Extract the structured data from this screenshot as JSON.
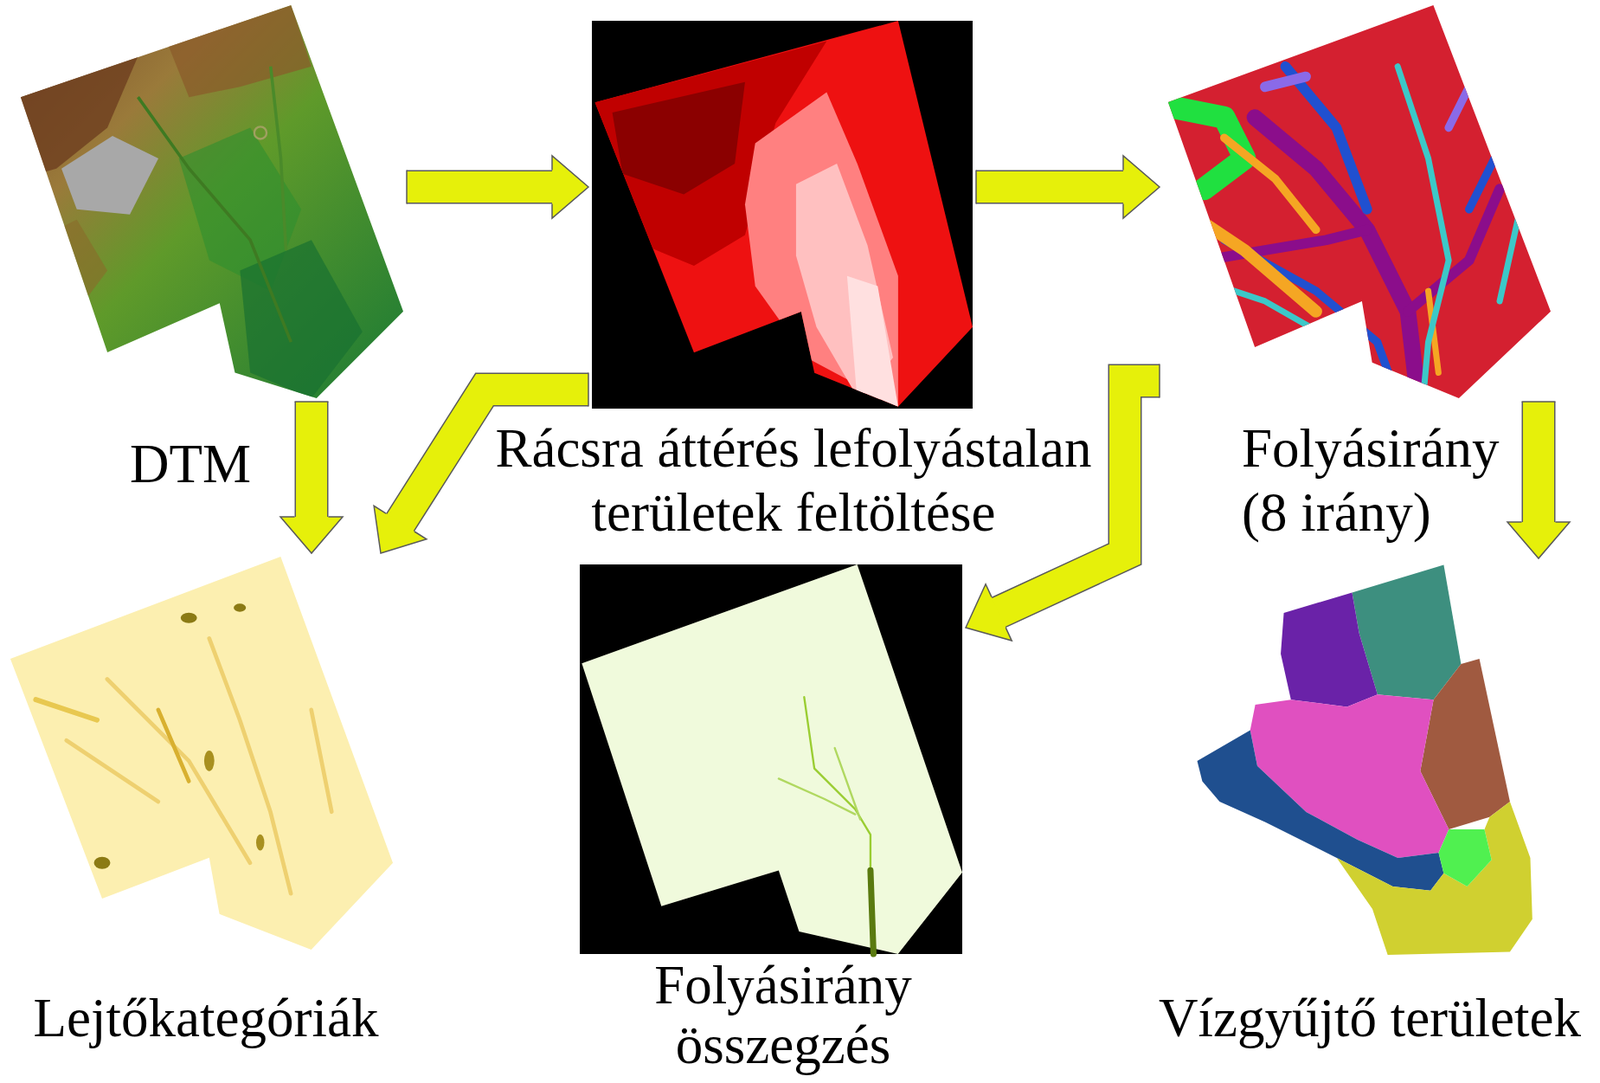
{
  "diagram": {
    "nodes": [
      {
        "text": [
          "DTM"
        ]
      },
      {
        "text": [
          "Rácsra áttérés lefolyástalan területek feltöltése"
        ]
      },
      {
        "text": [
          "Folyásirány (8 irány)"
        ]
      },
      {
        "text": [
          "Lejtőkategóriák"
        ]
      },
      {
        "text": [
          "Folyásirány összegzés"
        ]
      },
      {
        "text": [
          "Vízgyűjtő területek"
        ]
      }
    ],
    "edges": [
      {
        "from": 0,
        "to": 1,
        "arrow": "to"
      },
      {
        "from": 1,
        "to": 2,
        "arrow": "to"
      },
      {
        "from": 0,
        "to": 3,
        "arrow": "to"
      },
      {
        "from": 1,
        "to": 3,
        "arrow": "to"
      },
      {
        "from": 2,
        "to": 4,
        "arrow": "to"
      },
      {
        "from": 2,
        "to": 5,
        "arrow": "to"
      }
    ]
  }
}
